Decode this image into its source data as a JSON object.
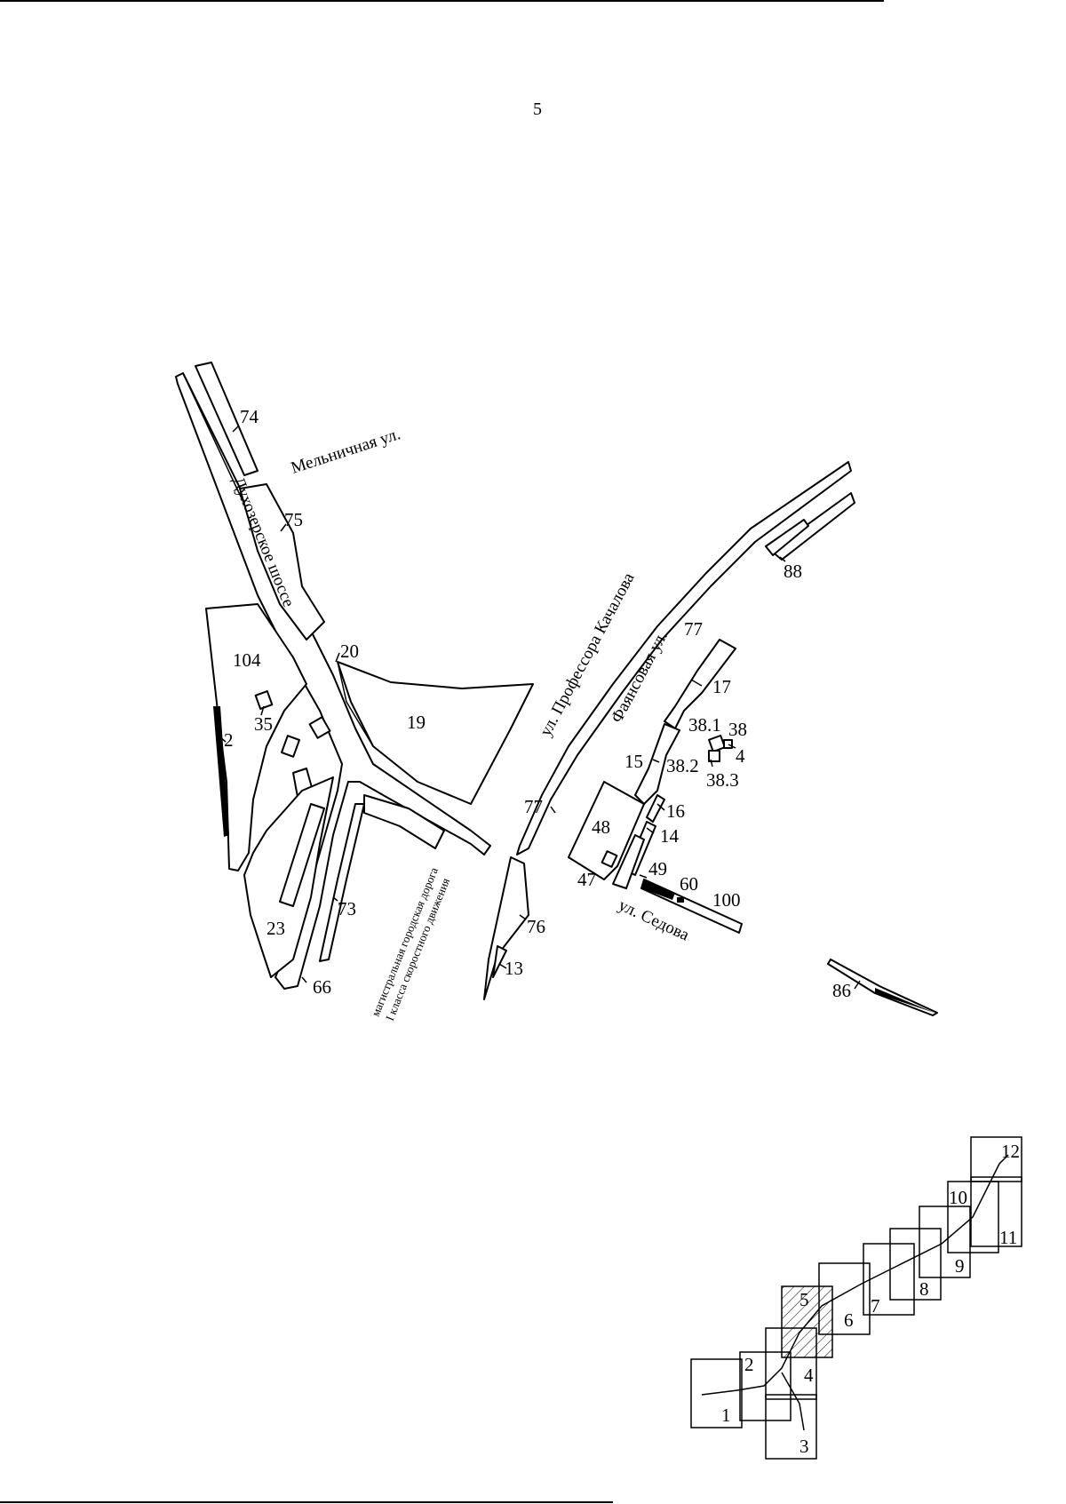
{
  "page_number": "5",
  "streets": {
    "melnichnaya": "Мельничная ул.",
    "dukhozerskoe": "Духозерское шоссе",
    "kachalova": "ул. Профессора Качалова",
    "fayansovaya": "Фаянсовая ул.",
    "sedova": "ул. Седова",
    "highway_line1": "магистральная городская дорога",
    "highway_line2": "I класса скоростного движения"
  },
  "plots": {
    "p74": "74",
    "p75": "75",
    "p20": "20",
    "p19": "19",
    "p104": "104",
    "p35": "35",
    "p2": "2",
    "p73": "73",
    "p23": "23",
    "p66": "66",
    "p77a": "77",
    "p77b": "77",
    "p88": "88",
    "p17": "17",
    "p38": "38",
    "p38_1": "38.1",
    "p38_2": "38.2",
    "p38_3": "38.3",
    "p4": "4",
    "p15": "15",
    "p16": "16",
    "p14": "14",
    "p48": "48",
    "p47": "47",
    "p49": "49",
    "p60": "60",
    "p100": "100",
    "p76": "76",
    "p13": "13",
    "p86": "86"
  },
  "index_map": {
    "sheets": [
      "1",
      "2",
      "3",
      "4",
      "5",
      "6",
      "7",
      "8",
      "9",
      "10",
      "11",
      "12"
    ],
    "current_sheet": "5"
  }
}
